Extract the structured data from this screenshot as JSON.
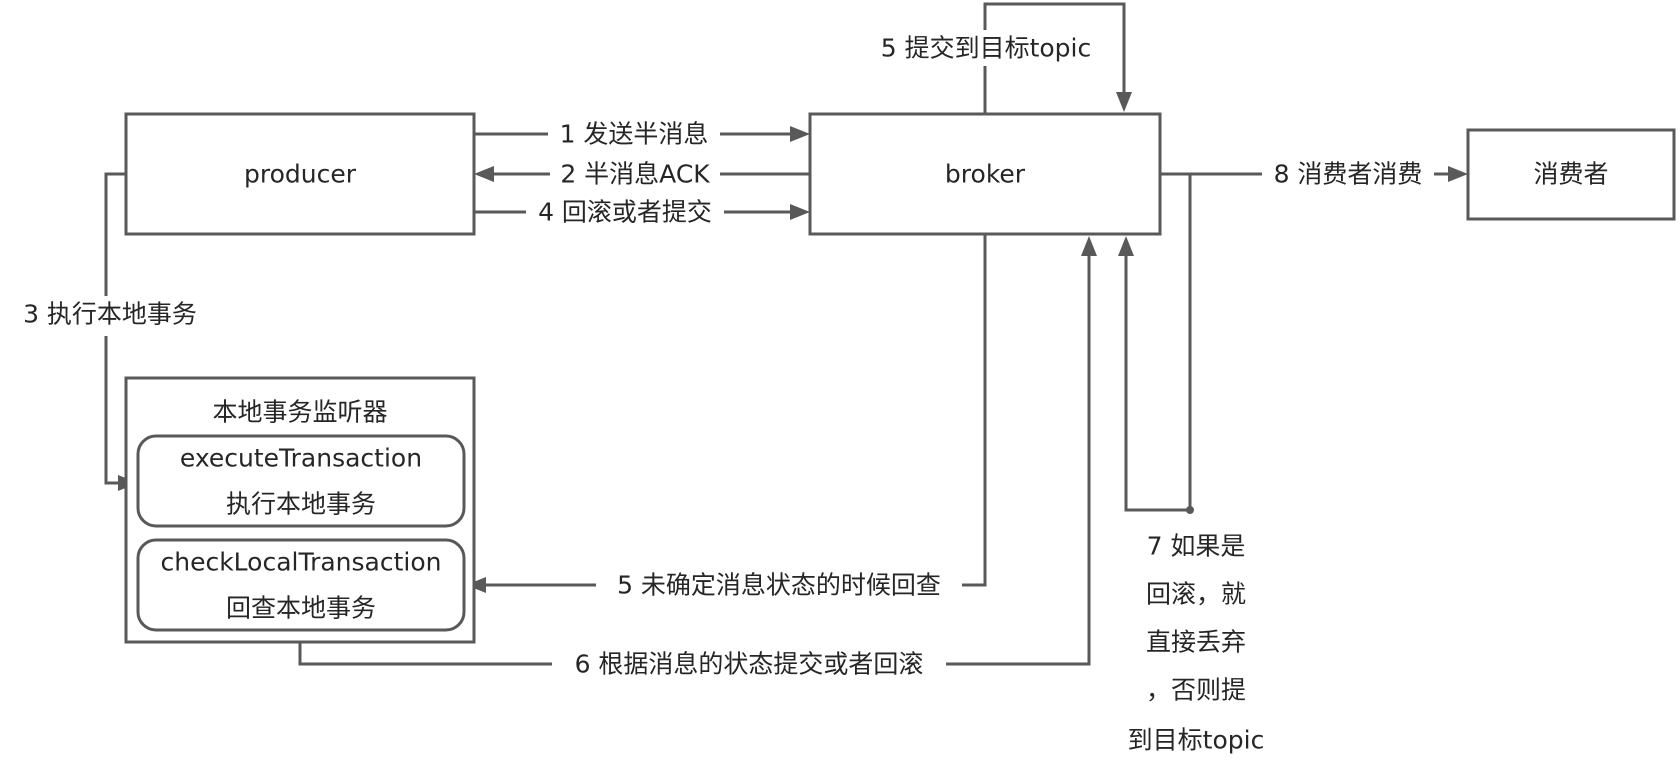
{
  "nodes": {
    "producer": "producer",
    "broker": "broker",
    "consumer": "消费者",
    "listener": {
      "title": "本地事务监听器",
      "execute": {
        "name": "executeTransaction",
        "desc": "执行本地事务"
      },
      "check": {
        "name": "checkLocalTransaction",
        "desc": "回查本地事务"
      }
    }
  },
  "edges": {
    "send_half": "1 发送半消息",
    "half_ack": "2 半消息ACK",
    "exec_local": "3 执行本地事务",
    "rollback_commit": "4 回滚或者提交",
    "commit_topic": "5 提交到目标topic",
    "check_back": "5 未确定消息状态的时候回查",
    "commit_by_state": "6 根据消息的状态提交或者回滚",
    "rollback_note": [
      "7 如果是",
      "回滚，就",
      "直接丢弃",
      "，否则提",
      "到目标topic"
    ],
    "consume": "8 消费者消费"
  }
}
